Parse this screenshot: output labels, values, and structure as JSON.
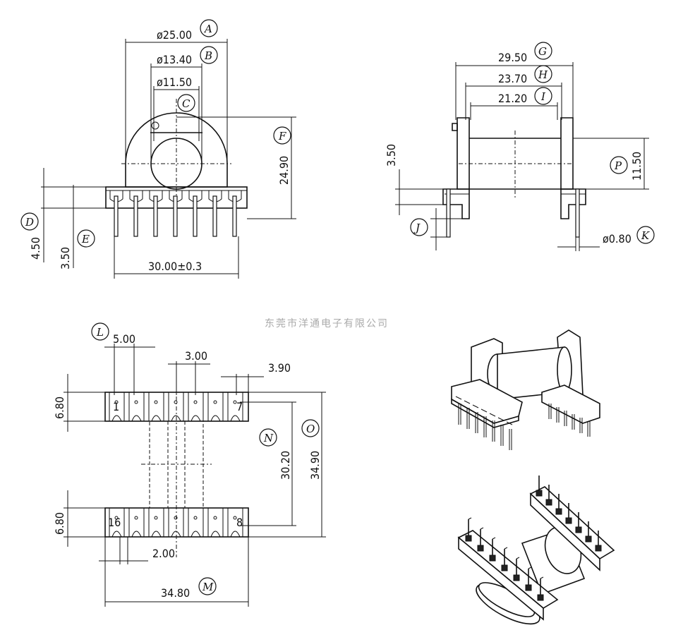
{
  "company": "东莞市洋通电子有限公司",
  "dims": {
    "A": "ø25.00",
    "B": "ø13.40",
    "C_in": "ø11.50",
    "F": "24.90",
    "D": "4.50",
    "E": "3.50",
    "width": "30.00±0.3",
    "G": "29.50",
    "H": "23.70",
    "I": "21.20",
    "P": "11.50",
    "side_350": "3.50",
    "K": "ø0.80",
    "L": "5.00",
    "pitch": "3.00",
    "edge": "3.90",
    "row_h_top": "6.80",
    "row_h_bot": "6.80",
    "N": "30.20",
    "O": "34.90",
    "two": "2.00",
    "M": "34.80"
  },
  "labels": [
    "A",
    "B",
    "C",
    "D",
    "E",
    "F",
    "G",
    "H",
    "I",
    "J",
    "K",
    "L",
    "M",
    "N",
    "O",
    "P"
  ],
  "pins": {
    "p1": "1",
    "p7": "7",
    "p16": "16",
    "p8": "8"
  }
}
